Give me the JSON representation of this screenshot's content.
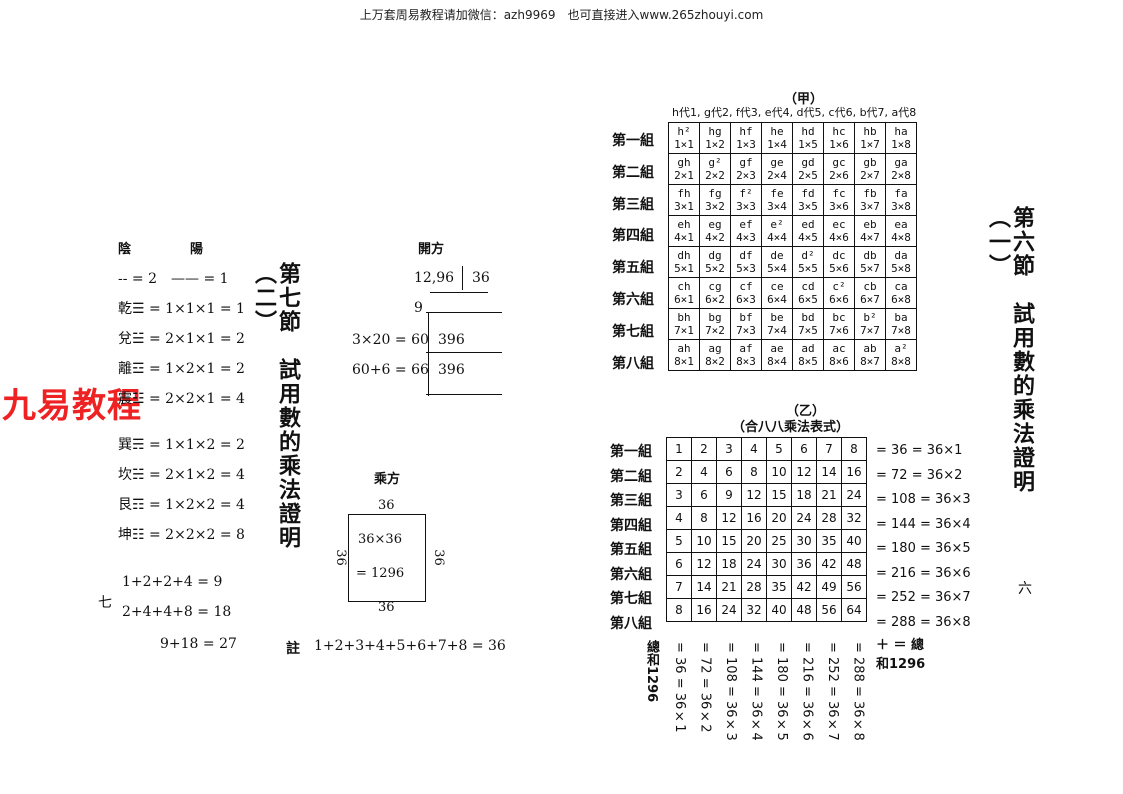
{
  "header": "上万套周易教程请加微信：azh9969　也可直接进入www.265zhouyi.com",
  "watermark": "九易教程",
  "left_page": {
    "col_heads": [
      "陰",
      "陽"
    ],
    "trigram_rows": [
      "-- = 2　—— = 1",
      "乾☰ = 1×1×1 = 1",
      "兌☱ = 2×1×1 = 2",
      "離☲ = 1×2×1 = 2",
      "震☳ = 2×2×1 = 4",
      "巽☴ = 1×1×2 = 2",
      "坎☵ = 2×1×2 = 4",
      "艮☶ = 1×2×2 = 4",
      "坤☷ = 2×2×2 = 8"
    ],
    "sum_line1": "1+2+2+4 = 9",
    "qi": "七",
    "sum_line2": "2+4+4+8 = 18",
    "sum_total": "9+18 = 27",
    "section_title": "第七節　試用數的乘法證明（二）",
    "kaifang_label": "開方",
    "kaifang": {
      "dividend": "12,96",
      "root": "36",
      "nine": "9",
      "step1": "3×20 = 60",
      "step1_val": "396",
      "step2": "60+6 = 66",
      "step2_val": "396"
    },
    "chengfang_label": "乘方",
    "square": {
      "top": "36",
      "left": "36",
      "right": "36",
      "bottom": "36",
      "line1": "36×36",
      "line2": "= 1296"
    },
    "note_label": "註",
    "note": "1+2+3+4+5+6+7+8 = 36"
  },
  "right_page": {
    "section_title": "第六節　試用數的乘法證明（一）",
    "page_num": "六",
    "table_a": {
      "label": "（甲）",
      "legend": "h代1, g代2, f代3, e代4, d代5, c代6, b代7, a代8",
      "row_labels": [
        "第一組",
        "第二組",
        "第三組",
        "第四組",
        "第五組",
        "第六組",
        "第七組",
        "第八組"
      ],
      "letters": "hgfedcba"
    },
    "table_b": {
      "label": "（乙）",
      "subtitle": "（合八八乘法表式）",
      "row_labels": [
        "第一組",
        "第二組",
        "第三組",
        "第四組",
        "第五組",
        "第六組",
        "第七組",
        "第八組"
      ],
      "row_eqs": [
        "= 36 = 36×1",
        "= 72 = 36×2",
        "= 108 = 36×3",
        "= 144 = 36×4",
        "= 180 = 36×5",
        "= 216 = 36×6",
        "= 252 = 36×7",
        "= 288 = 36×8"
      ],
      "col_sums": [
        "= 36 = 36×1",
        "= 72 = 36×2",
        "= 108 = 36×3",
        "= 144 = 36×4",
        "= 180 = 36×5",
        "= 216 = 36×6",
        "= 252 = 36×7",
        "= 288 = 36×8"
      ],
      "total_left": "總和1296",
      "total_right": "＋ ＝ 總和1296"
    }
  }
}
